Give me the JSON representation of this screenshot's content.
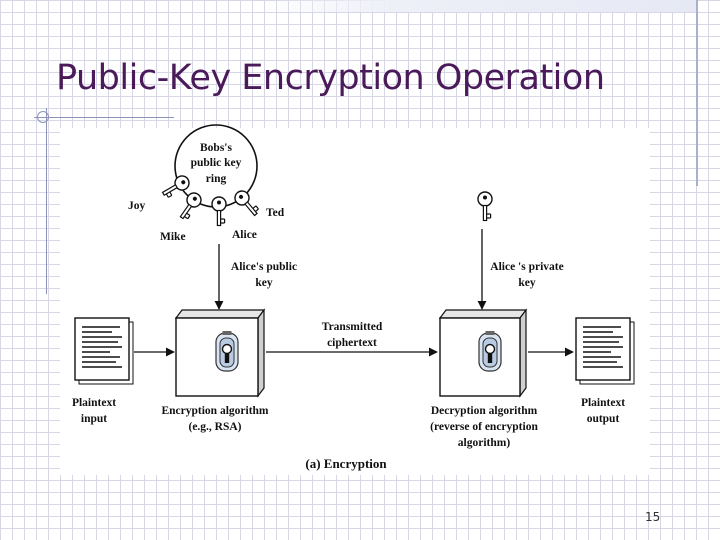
{
  "slide": {
    "title": "Public-Key Encryption Operation",
    "page_number": "15"
  },
  "diagram": {
    "key_ring": {
      "label_lines": [
        "Bobs's",
        "public key",
        "ring"
      ],
      "holders": [
        "Joy",
        "Mike",
        "Alice",
        "Ted"
      ]
    },
    "public_key_label": [
      "Alice's public",
      "key"
    ],
    "private_key_label": [
      "Alice 's private",
      "key"
    ],
    "transmitted_label": [
      "Transmitted",
      "ciphertext"
    ],
    "plaintext_input_label": [
      "Plaintext",
      "input"
    ],
    "plaintext_output_label": [
      "Plaintext",
      "output"
    ],
    "encryption_label": [
      "Encryption algorithm",
      "(e.g., RSA)"
    ],
    "decryption_label": [
      "Decryption algorithm",
      "(reverse of encryption",
      "algorithm)"
    ],
    "caption": "(a) Encryption"
  }
}
